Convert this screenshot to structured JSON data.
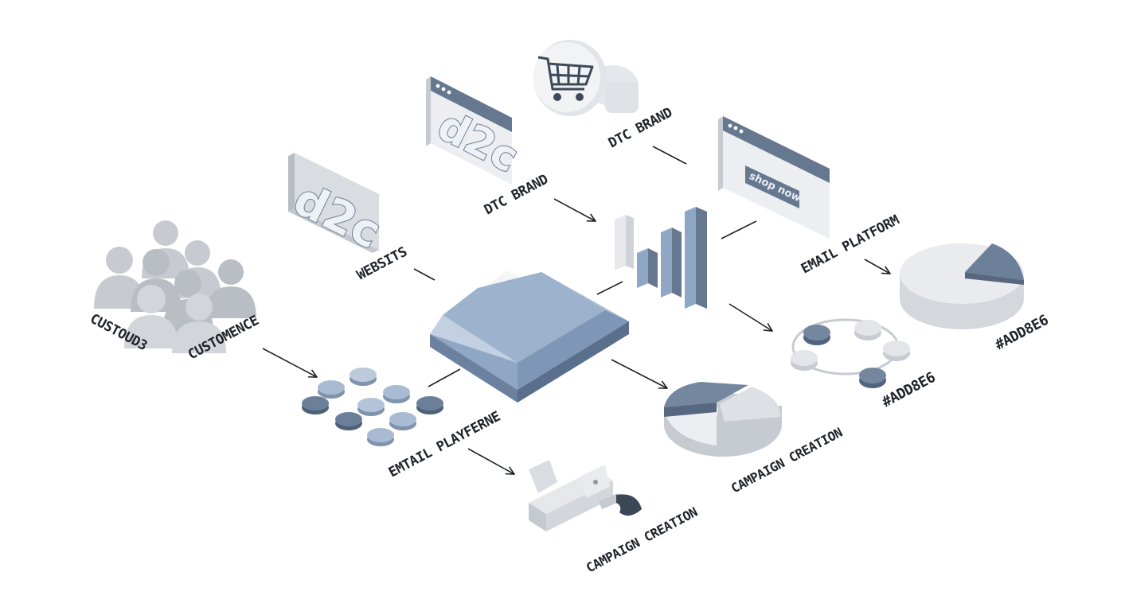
{
  "labels": {
    "custouds": "CUSTOUD3",
    "customence": "CUSTOMENCE",
    "websits": "WEBSITS",
    "dtc_brand_left": "DTC BRAND",
    "dtc_brand_top": "DTC BRAND",
    "email_platform": "EMAIL PLATFORM",
    "hex_right": "#ADD8E6",
    "hex_center": "#ADD8E6",
    "campaign_creation_center": "CAMPAIGN CREATION",
    "campaign_creation_bottom": "CAMPAIGN CREATION",
    "emtail_playferne": "EMTAIL PLAYFERNE"
  },
  "tiles": {
    "d2c_tile_text": "d2c",
    "d2c_browser_text": "d2c",
    "shop_button_text": "shop now"
  },
  "colors": {
    "dark_slate": "#66788f",
    "mid_blue": "#8fa6c4",
    "light_gray": "#d9dde2",
    "pale_gray": "#eceef1",
    "people_gray": "#c2c6cc",
    "ink": "#1f2329"
  },
  "icons": [
    "people-group-icon",
    "d2c-tile-icon",
    "d2c-browser-icon",
    "shopping-cart-icon",
    "shop-now-browser-icon",
    "envelope-icon",
    "bar-chart-icon",
    "pie-chart-icon",
    "token-grid-icon",
    "network-nodes-icon",
    "paintbrush-tool-icon"
  ]
}
